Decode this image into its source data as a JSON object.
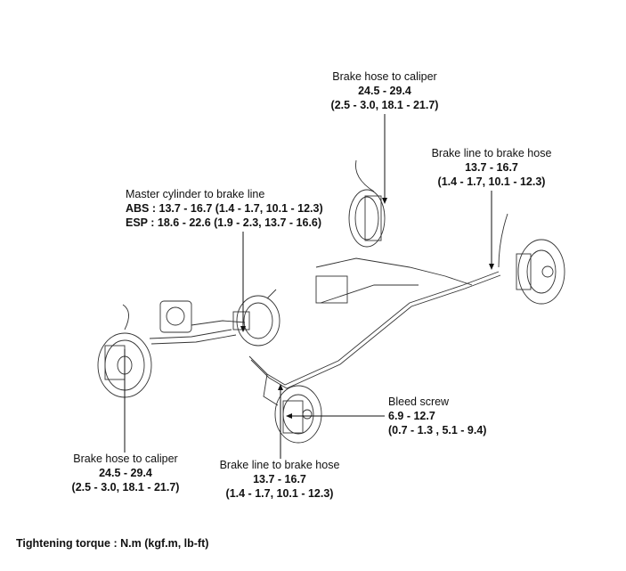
{
  "callouts": {
    "rear_caliper": {
      "title": "Brake hose to caliper",
      "value": "24.5 - 29.4",
      "alt": "(2.5 - 3.0, 18.1 - 21.7)"
    },
    "rear_line_hose": {
      "title": "Brake line to brake hose",
      "value": "13.7 - 16.7",
      "alt": "(1.4 - 1.7, 10.1 - 12.3)"
    },
    "master_cylinder": {
      "title": "Master cylinder to brake line",
      "abs": "ABS : 13.7 - 16.7 (1.4 - 1.7, 10.1 - 12.3)",
      "esp": "ESP : 18.6 - 22.6 (1.9 - 2.3, 13.7 - 16.6)"
    },
    "front_caliper": {
      "title": "Brake hose to caliper",
      "value": "24.5 - 29.4",
      "alt": "(2.5 - 3.0, 18.1 - 21.7)"
    },
    "front_line_hose": {
      "title": "Brake line to brake hose",
      "value": "13.7 - 16.7",
      "alt": "(1.4 - 1.7, 10.1 - 12.3)"
    },
    "bleed_screw": {
      "title": "Bleed screw",
      "value": "6.9 - 12.7",
      "alt": "(0.7 - 1.3 , 5.1 - 9.4)"
    }
  },
  "footer": "Tightening torque : N.m (kgf.m, lb-ft)"
}
